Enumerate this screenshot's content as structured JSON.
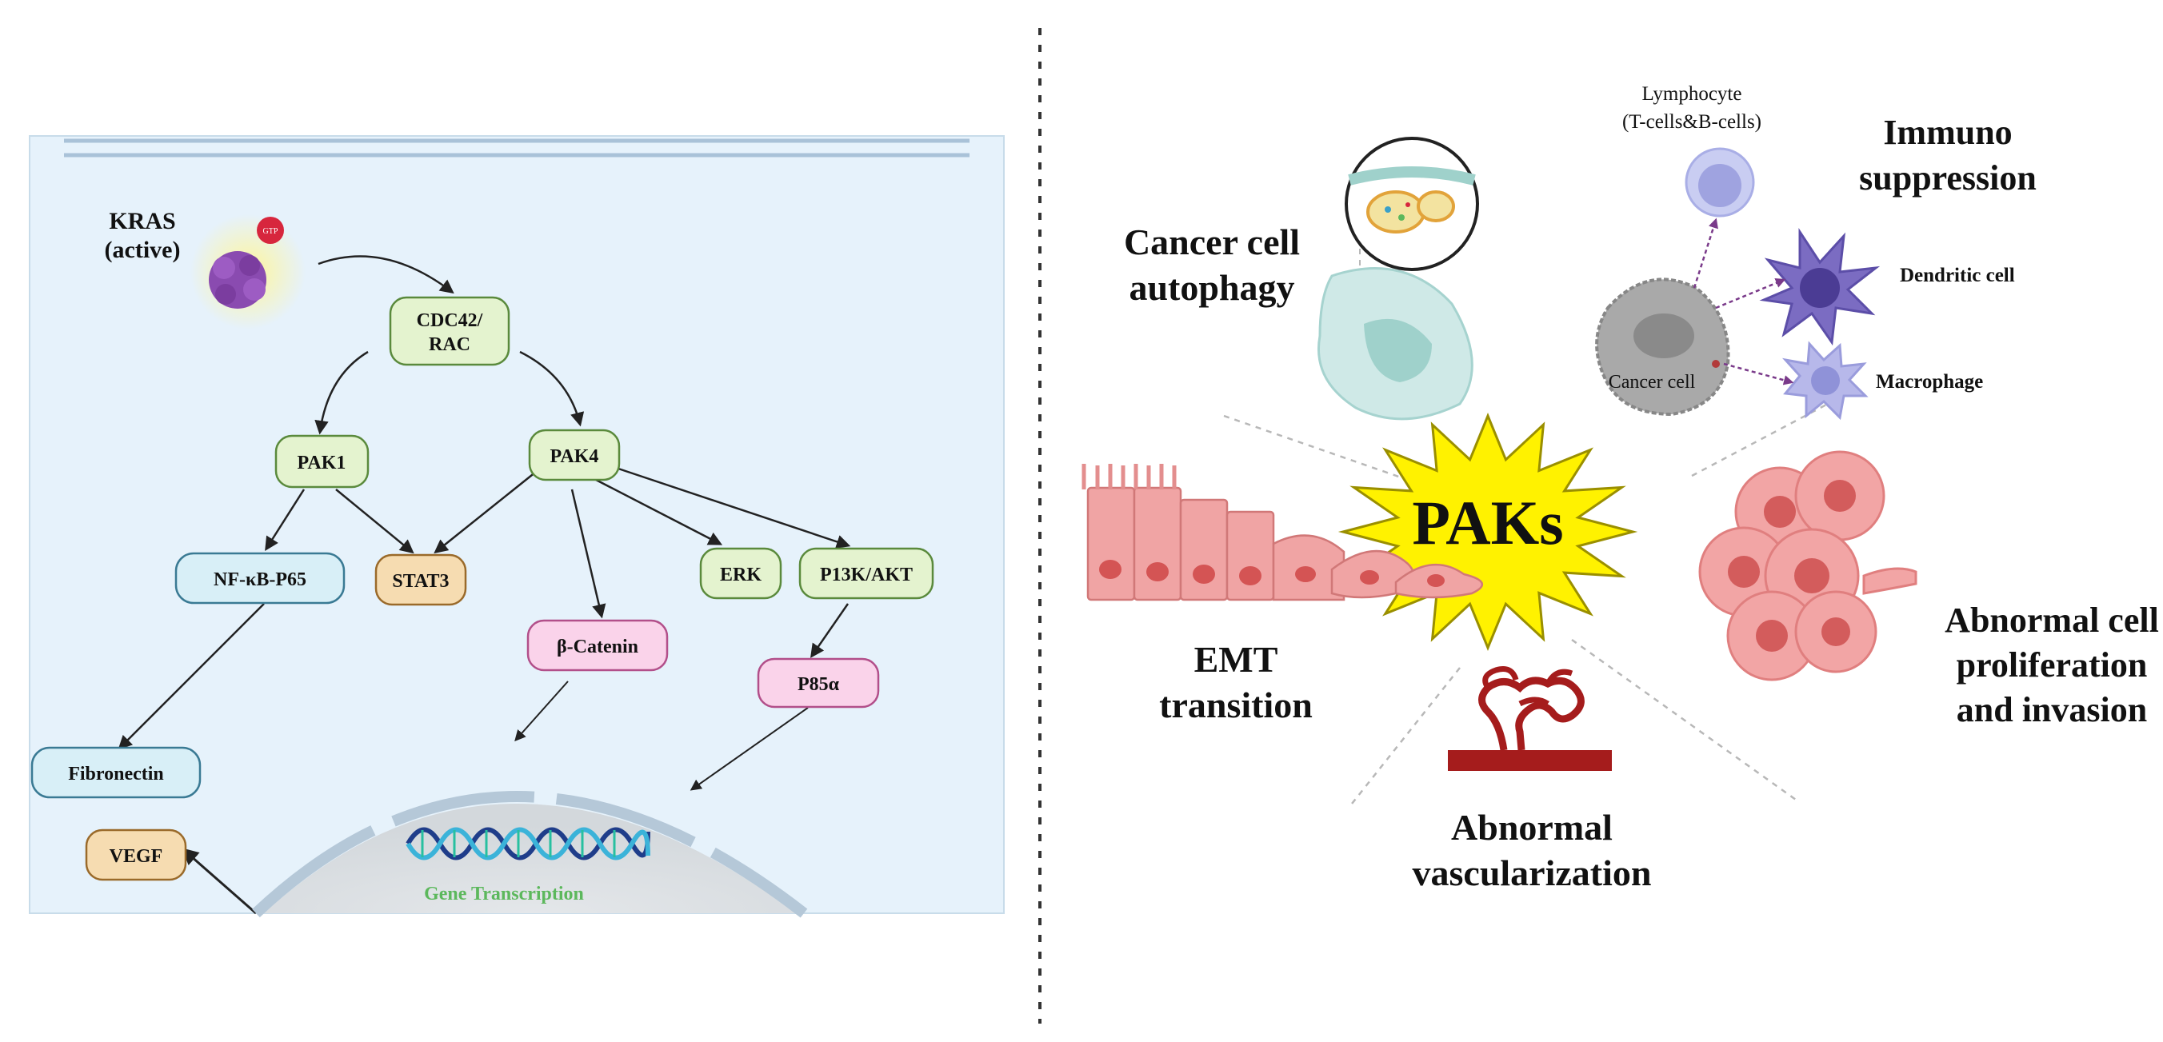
{
  "left_panel": {
    "kras": {
      "name": "KRAS",
      "state": "(active)",
      "gtp": "GTP"
    },
    "nodes": {
      "cdc42_line1": "CDC42/",
      "cdc42_line2": "RAC",
      "pak1": "PAK1",
      "pak4": "PAK4",
      "nfkb": "NF-κB-P65",
      "stat3": "STAT3",
      "erk": "ERK",
      "pi3k": "P13K/AKT",
      "bcatenin": "β-Catenin",
      "p85": "P85α",
      "fibronectin": "Fibronectin",
      "vegf": "VEGF"
    },
    "gene_transcription": "Gene Transcription",
    "colors": {
      "panel_bg": "#e6f2fb",
      "green_node": "#e4f3cf",
      "orange_node": "#f6dcb1",
      "blue_node": "#d8eff7",
      "pink_node": "#fad3ea",
      "gene_text": "#5cb85c"
    }
  },
  "right_panel": {
    "center": "PAKs",
    "autophagy": {
      "line1": "Cancer cell",
      "line2": "autophagy"
    },
    "immuno": {
      "line1": "Immuno",
      "line2": "suppression"
    },
    "lymphocyte": {
      "line1": "Lymphocyte",
      "line2": "(T-cells&B-cells)"
    },
    "dendritic": "Dendritic cell",
    "cancer_cell": "Cancer cell",
    "macrophage": "Macrophage",
    "emt": {
      "line1": "EMT",
      "line2": "transition"
    },
    "proliferation": {
      "line1": "Abnormal cell",
      "line2": "proliferation",
      "line3": "and invasion"
    },
    "vascular": {
      "line1": "Abnormal",
      "line2": "vascularization"
    },
    "colors": {
      "star_fill": "#fff200",
      "star_stroke": "#9a8f00"
    }
  }
}
